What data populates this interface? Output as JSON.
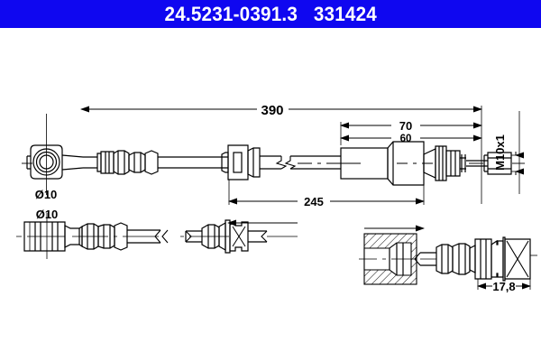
{
  "header": {
    "part_number": "24.5231-0391.3",
    "reference_number": "331424",
    "combined": "24.5231-0391.3   331424",
    "background_color": "#0f07f0",
    "text_color": "#ffffff"
  },
  "drawing": {
    "title": "Brake hose assembly technical drawing",
    "line_color": "#000000",
    "background_color": "#ffffff",
    "dimensions": {
      "total_length": "390",
      "end_fitting_outer": "70",
      "end_fitting_inner": "60",
      "hose_length": "245",
      "banjo_eye_diameter": "Ø10",
      "banjo_eye_diameter_detail": "Ø10",
      "thread_spec": "M10x1",
      "hex_width": "17,8"
    },
    "views": {
      "main_view_label": "main-assembly-view",
      "detail_left_label": "banjo-end-detail",
      "detail_middle_label": "bracket-detail",
      "detail_right_label": "thread-port-detail"
    }
  }
}
